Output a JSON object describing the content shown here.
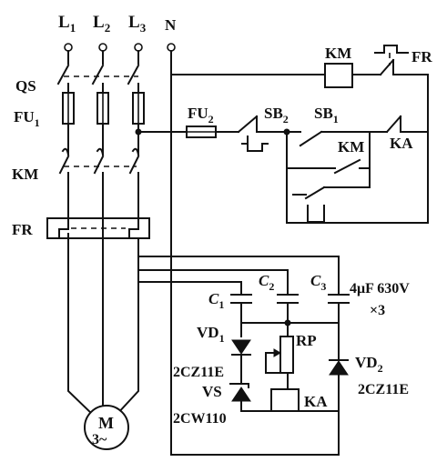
{
  "labels": {
    "l1": "L",
    "l1_sub": "1",
    "l2": "L",
    "l2_sub": "2",
    "l3": "L",
    "l3_sub": "3",
    "n": "N",
    "qs": "QS",
    "fu1": "FU",
    "fu1_sub": "1",
    "km_main": "KM",
    "fr_main": "FR",
    "km_coil": "KM",
    "fr_contact": "FR",
    "fu2": "FU",
    "fu2_sub": "2",
    "sb2": "SB",
    "sb2_sub": "2",
    "sb1": "SB",
    "sb1_sub": "1",
    "km_aux": "KM",
    "ka_contact": "KA",
    "c1": "C",
    "c1_sub": "1",
    "c2": "C",
    "c2_sub": "2",
    "c3": "C",
    "c3_sub": "3",
    "cap_rating": "4μF 630V",
    "cap_count": "×3",
    "vd1": "VD",
    "vd1_sub": "1",
    "rp": "RP",
    "vd2": "VD",
    "vd2_sub": "2",
    "vd1_model": "2CZ11E",
    "vs": "VS",
    "ka_coil": "KA",
    "vd2_model": "2CZ11E",
    "vs_model": "2CW110",
    "motor_m": "M",
    "motor_3": "3~"
  }
}
